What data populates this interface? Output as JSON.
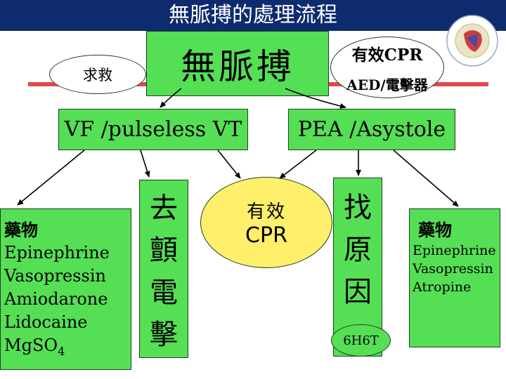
{
  "title": "無脈搏的處理流程",
  "top": {
    "rescue": "求救",
    "no_pulse": "無脈搏",
    "effective_cpr": "有效CPR",
    "aed": "AED/電擊器"
  },
  "branches": {
    "left": "VF /pulseless VT",
    "right": "PEA /Asystole"
  },
  "left_drugs": {
    "heading": "藥物",
    "items": [
      "Epinephrine",
      "Vasopressin",
      "Amiodarone",
      "Lidocaine"
    ],
    "mg_prefix": "Mg",
    "mg_middle": "SO",
    "mg_sub": "4"
  },
  "defib": [
    "去",
    "顫",
    "電",
    "擊"
  ],
  "cpr_oval": {
    "line1": "有效",
    "line2": "CPR"
  },
  "find_cause": {
    "chars": [
      "找",
      "原",
      "因"
    ],
    "tag": "6H6T"
  },
  "right_drugs": {
    "heading": "藥物",
    "items": [
      "Epinephrine",
      "Vasopressin",
      "Atropine"
    ]
  },
  "colors": {
    "title_bg": "#0d2b6e",
    "box_green": "#55df55",
    "oval_yellow": "#ffef6b",
    "red_line": "#e04a4a"
  }
}
